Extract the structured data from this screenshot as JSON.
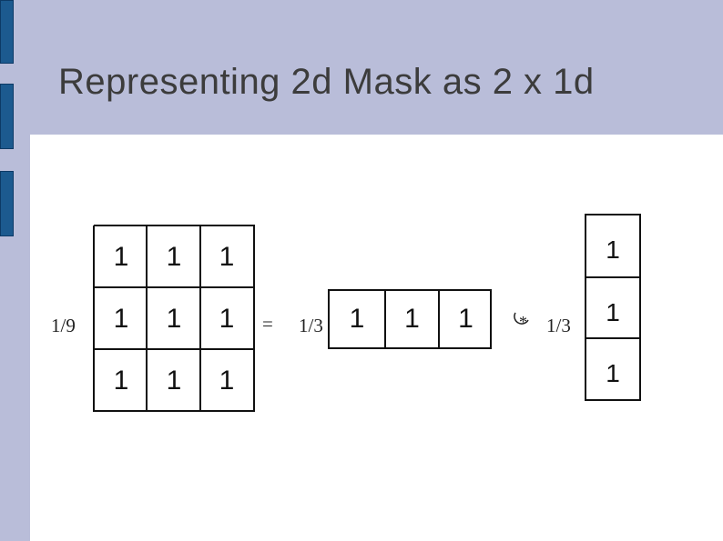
{
  "slide": {
    "title": "Representing 2d Mask as 2 x 1d"
  },
  "equation": {
    "lhs_scale": "1/9",
    "lhs_mask": [
      [
        "1",
        "1",
        "1"
      ],
      [
        "1",
        "1",
        "1"
      ],
      [
        "1",
        "1",
        "1"
      ]
    ],
    "equals": "=",
    "row_scale": "1/3",
    "row_vector": [
      "1",
      "1",
      "1"
    ],
    "operator": "*",
    "col_scale": "1/3",
    "col_vector": [
      "1",
      "1",
      "1"
    ]
  },
  "colors": {
    "header_band": "#b9bdd9",
    "accent_bar": "#1c5a8f"
  }
}
